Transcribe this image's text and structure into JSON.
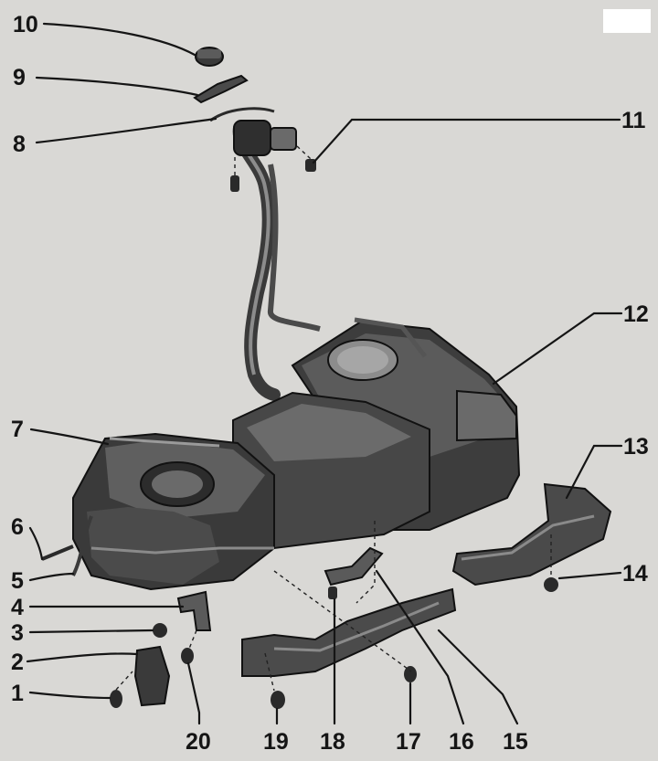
{
  "diagram": {
    "colors": {
      "background": "#d9d8d5",
      "tank_dark": "#3a3a3a",
      "tank_mid": "#5b5b5b",
      "tank_light": "#8c8c8c",
      "ink": "#151515"
    },
    "callouts": [
      {
        "id": "10",
        "label": "10"
      },
      {
        "id": "9",
        "label": "9"
      },
      {
        "id": "8",
        "label": "8"
      },
      {
        "id": "11",
        "label": "11"
      },
      {
        "id": "12",
        "label": "12"
      },
      {
        "id": "7",
        "label": "7"
      },
      {
        "id": "13",
        "label": "13"
      },
      {
        "id": "6",
        "label": "6"
      },
      {
        "id": "14",
        "label": "14"
      },
      {
        "id": "5",
        "label": "5"
      },
      {
        "id": "4",
        "label": "4"
      },
      {
        "id": "3",
        "label": "3"
      },
      {
        "id": "2",
        "label": "2"
      },
      {
        "id": "1",
        "label": "1"
      },
      {
        "id": "20",
        "label": "20"
      },
      {
        "id": "19",
        "label": "19"
      },
      {
        "id": "18",
        "label": "18"
      },
      {
        "id": "17",
        "label": "17"
      },
      {
        "id": "16",
        "label": "16"
      },
      {
        "id": "15",
        "label": "15"
      }
    ]
  }
}
